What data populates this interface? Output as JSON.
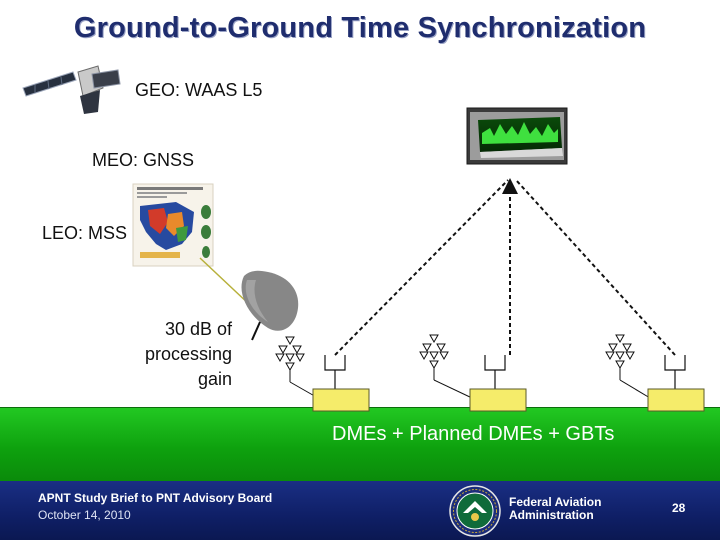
{
  "slide": {
    "title": "Ground-to-Ground Time Synchronization",
    "labels": {
      "geo": "GEO: WAAS L5",
      "meo": "MEO: GNSS",
      "leo": "LEO: MSS"
    },
    "gain_lines": [
      "30 dB of",
      "processing",
      "gain"
    ],
    "band_text": "DMEs + Planned DMEs + GBTs"
  },
  "footer": {
    "line1": "APNT Study Brief to PNT Advisory Board",
    "line2": "October 14, 2010",
    "org_line1": "Federal Aviation",
    "org_line2": "Administration",
    "page": "28"
  },
  "colors": {
    "title": "#1f2d6e",
    "band": "#12a812",
    "footer": "#12227a",
    "station_box": "#f5ec6a"
  },
  "icons": [
    "satellite-icon",
    "coverage-map-icon",
    "dish-antenna-icon",
    "monitor-device-icon",
    "dme-antenna-icon",
    "faa-seal-icon"
  ]
}
